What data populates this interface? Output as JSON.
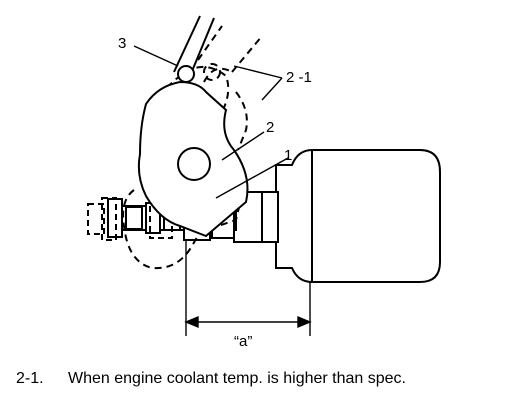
{
  "diagram": {
    "callouts": {
      "label_1": "1",
      "label_2": "2",
      "label_2_1": "2 -1",
      "label_3": "3"
    },
    "dimension_label": "“a”"
  },
  "caption": {
    "number": "2-1.",
    "text": "When engine coolant temp. is higher than spec."
  }
}
